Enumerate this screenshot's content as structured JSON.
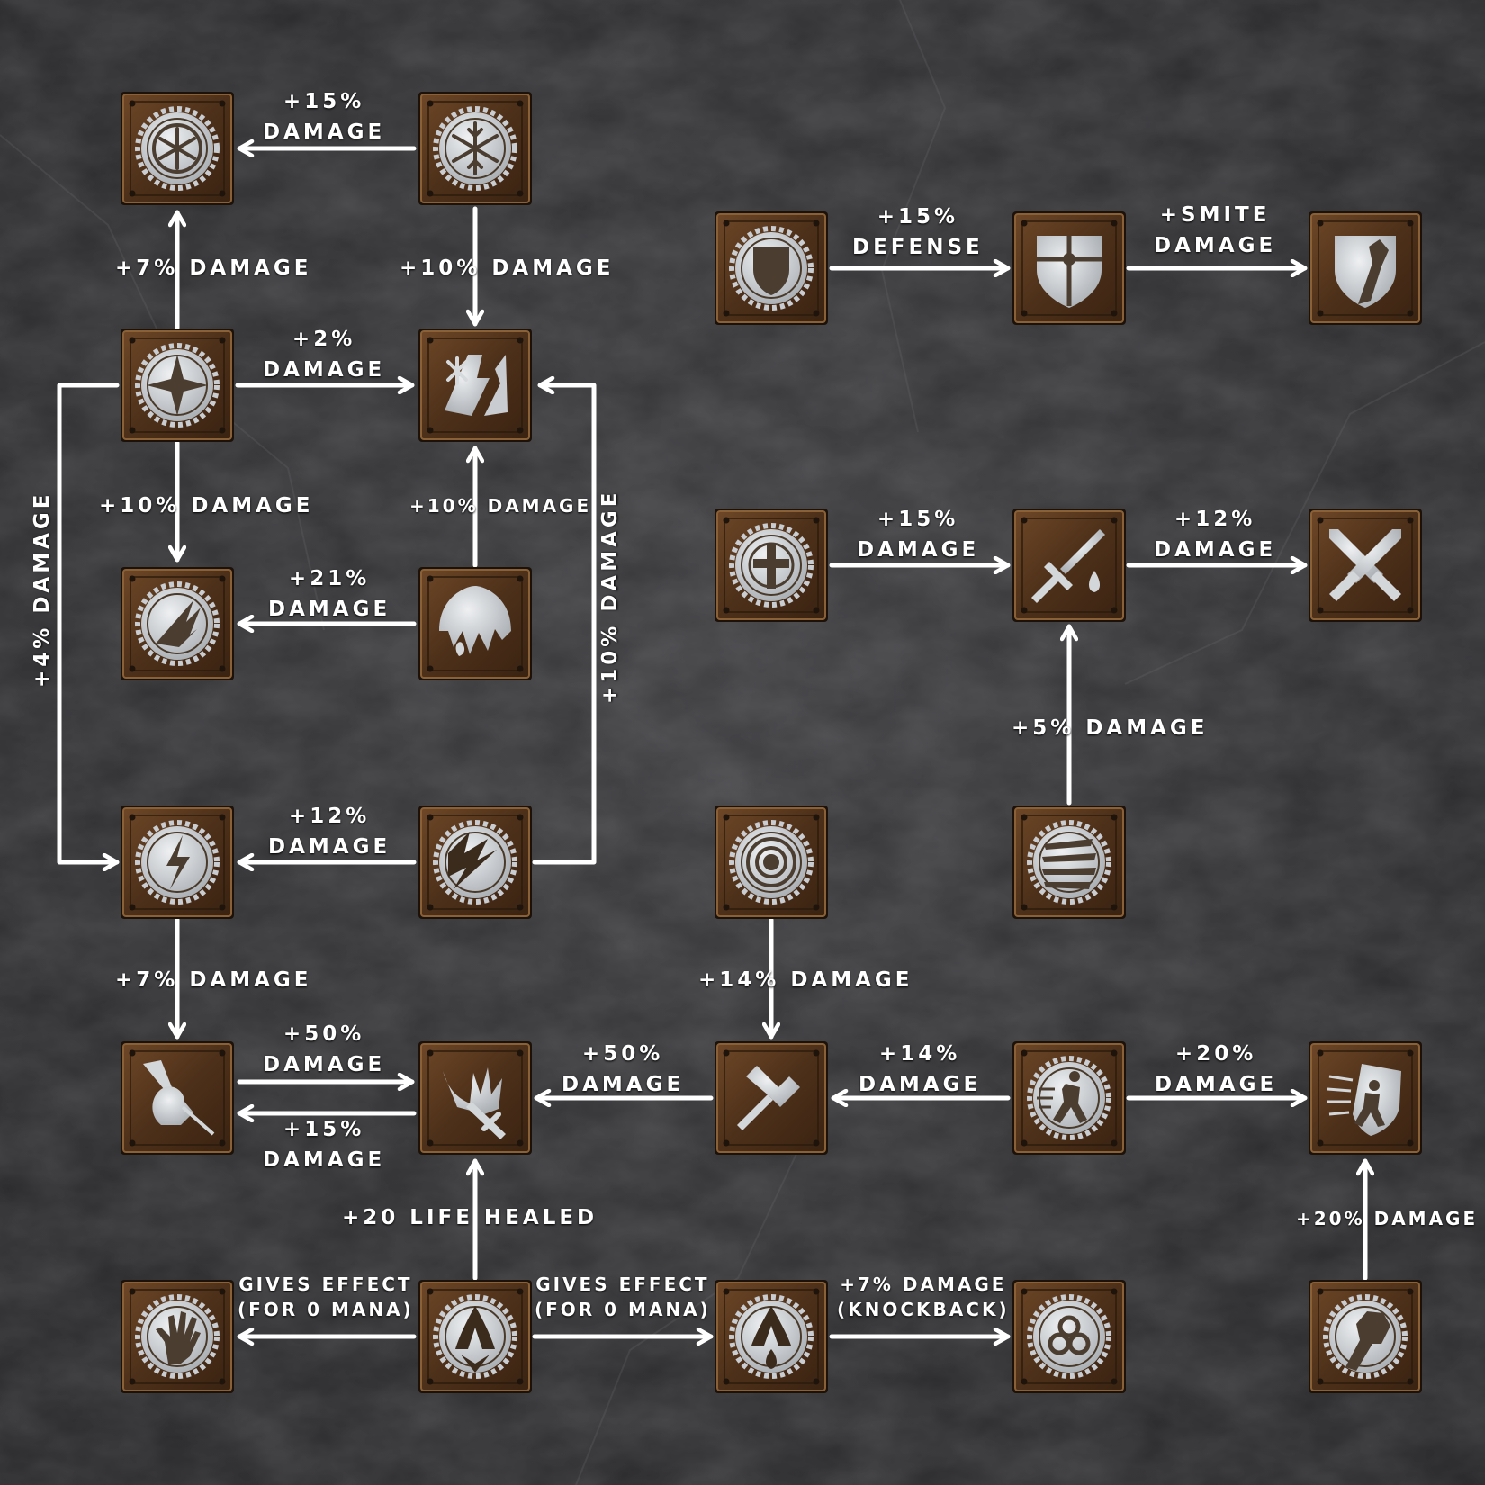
{
  "labels": {
    "frost_to_frostring": [
      "+15%",
      "DAMAGE"
    ],
    "star_to_frostring": "+7% DAMAGE",
    "frost_to_elemental": "+10% DAMAGE",
    "star_to_elemental": [
      "+2%",
      "DAMAGE"
    ],
    "star_to_fire": "+10% DAMAGE",
    "flame_to_elemental": "+10% DAMAGE",
    "flame_to_fire": [
      "+21%",
      "DAMAGE"
    ],
    "star_to_lightning": "+4% DAMAGE",
    "bolt_to_elemental": "+10% DAMAGE",
    "bolt_to_lightning": [
      "+12%",
      "DAMAGE"
    ],
    "lightning_to_hand": "+7% DAMAGE",
    "hand_to_sword": [
      "+50%",
      "DAMAGE"
    ],
    "sword_to_hand": [
      "+15%",
      "DAMAGE"
    ],
    "hammer_to_sword": [
      "+50%",
      "DAMAGE"
    ],
    "target_to_hammer": "+14% DAMAGE",
    "runner_to_hammer": [
      "+14%",
      "DAMAGE"
    ],
    "runner_to_charge": [
      "+20%",
      "DAMAGE"
    ],
    "prayer_to_sword": "+20 LIFE HEALED",
    "prayer_to_claw": [
      "GIVES EFFECT",
      "(FOR 0 MANA)"
    ],
    "prayer_to_drop": [
      "GIVES EFFECT",
      "(FOR 0 MANA)"
    ],
    "drop_to_clover": [
      "+7% DAMAGE",
      "(KNOCKBACK)"
    ],
    "fist_to_charge": "+20% DAMAGE",
    "shield_to_cross": [
      "+15%",
      "DEFENSE"
    ],
    "cross_to_smite": [
      "+SMITE",
      "DAMAGE"
    ],
    "holy_to_blade": [
      "+15%",
      "DAMAGE"
    ],
    "blade_to_crossed": [
      "+12%",
      "DAMAGE"
    ],
    "zeal_to_blade": "+5% DAMAGE"
  },
  "colors": {
    "arrow": "#ffffff",
    "tile_dark": "#2e1d11",
    "tile_mid": "#5c3a1f",
    "tile_light": "#7a4f2c",
    "emblem": "#d4d7da",
    "emblem_dark": "#8e9398"
  },
  "icons": {
    "frost_ring": "frost-ring-icon",
    "snowflake": "snowflake-icon",
    "star": "four-point-star-icon",
    "elemental": "frost-lightning-flame-icon",
    "fire_claw": "fire-claw-icon",
    "flame_tree": "flame-tree-icon",
    "lightning_ring": "lightning-ring-icon",
    "lightning_bolt": "lightning-bolt-icon",
    "hand_blade": "hand-blade-icon",
    "flaming_sword": "flaming-sword-icon",
    "claw_hand": "claw-hand-icon",
    "praying_hands": "praying-hands-icon",
    "drop_hands": "praying-hands-drop-icon",
    "shield_small": "small-shield-icon",
    "cross_shield": "cross-shield-icon",
    "smite_shield": "smite-shield-icon",
    "holy_cross": "holy-cross-icon",
    "blade_drop": "blade-drop-icon",
    "crossed_swords": "crossed-swords-icon",
    "target": "concentric-target-icon",
    "hammer": "war-hammer-icon",
    "zeal_lines": "zeal-lines-icon",
    "runner": "charging-runner-icon",
    "charge_shield": "charge-shield-icon",
    "clover": "clover-icon",
    "fist": "fist-icon"
  }
}
